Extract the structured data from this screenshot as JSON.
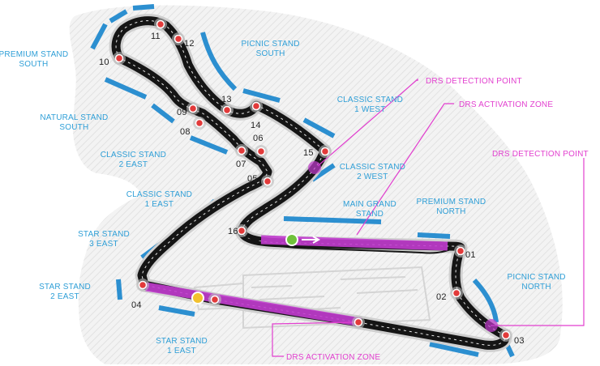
{
  "map": {
    "colors": {
      "track": "#151515",
      "track_edge": "#cfcfcf",
      "centerline": "#e8e8e8",
      "stand": "#2c8fd0",
      "stand_label": "#2f9fd7",
      "drs": "#c23ccf",
      "drs_label": "#e23fcf",
      "turn_marker": "#e23a3a",
      "detection_ring": "#c23ccf",
      "start_marker": "#6fc23a",
      "secondary_marker": "#f2c12e",
      "infield": "#d9d9d9"
    },
    "icons": [
      "turn-marker-icon",
      "start-line-icon",
      "direction-arrow-icon"
    ],
    "turns": [
      "01",
      "02",
      "03",
      "04",
      "05",
      "06",
      "07",
      "08",
      "09",
      "10",
      "11",
      "12",
      "13",
      "14",
      "15",
      "16"
    ],
    "stands": [
      {
        "id": "premium-south",
        "lines": [
          "PREMIUM STAND",
          "SOUTH"
        ]
      },
      {
        "id": "natural-south",
        "lines": [
          "NATURAL STAND",
          "SOUTH"
        ]
      },
      {
        "id": "classic-2-east",
        "lines": [
          "CLASSIC STAND",
          "2 EAST"
        ]
      },
      {
        "id": "classic-1-east",
        "lines": [
          "CLASSIC STAND",
          "1 EAST"
        ]
      },
      {
        "id": "star-3-east",
        "lines": [
          "STAR STAND",
          "3 EAST"
        ]
      },
      {
        "id": "star-2-east",
        "lines": [
          "STAR STAND",
          "2 EAST"
        ]
      },
      {
        "id": "star-1-east",
        "lines": [
          "STAR STAND",
          "1 EAST"
        ]
      },
      {
        "id": "picnic-south",
        "lines": [
          "PICNIC STAND",
          "SOUTH"
        ]
      },
      {
        "id": "classic-1-west",
        "lines": [
          "CLASSIC STAND",
          "1 WEST"
        ]
      },
      {
        "id": "classic-2-west",
        "lines": [
          "CLASSIC STAND",
          "2 WEST"
        ]
      },
      {
        "id": "main-grand",
        "lines": [
          "MAIN GRAND",
          "STAND"
        ]
      },
      {
        "id": "premium-north",
        "lines": [
          "PREMIUM STAND",
          "NORTH"
        ]
      },
      {
        "id": "picnic-north",
        "lines": [
          "PICNIC STAND",
          "NORTH"
        ]
      }
    ],
    "drs_labels": {
      "detection_1": "DRS DETECTION POINT",
      "activation_1": "DRS ACTIVATION ZONE",
      "detection_2": "DRS DETECTION POINT",
      "activation_2": "DRS ACTIVATION ZONE"
    }
  }
}
